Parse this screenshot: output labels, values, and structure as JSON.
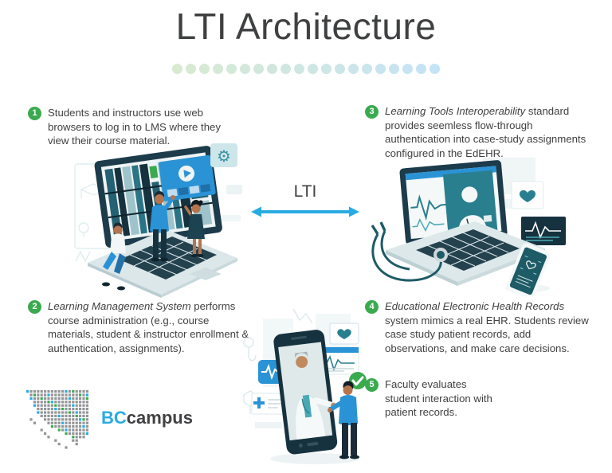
{
  "title": "LTI Architecture",
  "decor": {
    "dot_count": 20,
    "dot_color_start": "#d8ead0",
    "dot_color_end": "#c5e3f6"
  },
  "colors": {
    "badge_green": "#3aaa4f",
    "arrow_blue": "#29abe2",
    "body_text": "#414042",
    "illustration_navy": "#16323f",
    "illustration_teal": "#2a7f8f",
    "illustration_blue": "#2a93d5",
    "laptop_gray": "#dbe7e9",
    "logo_gray": "#939598"
  },
  "steps": [
    {
      "number": "1",
      "italic_lead": "",
      "text": "Students and instructors use web browsers to log in to LMS where they view their course material."
    },
    {
      "number": "2",
      "italic_lead": "Learning Management System",
      "text": " performs course administration (e.g., course materials, student & instructor enrollment & authentication, assignments)."
    },
    {
      "number": "3",
      "italic_lead": "Learning Tools Interoperability",
      "text": " standard provides seemless flow-through authentication into case-study assignments configured in the EdEHR."
    },
    {
      "number": "4",
      "italic_lead": "Educational Electronic Health Records",
      "text": " system mimics a real EHR. Students review case study patient records, add observations, and make care decisions."
    },
    {
      "number": "5",
      "italic_lead": "",
      "text": "Faculty evaluates student interaction with patient records."
    }
  ],
  "connector": {
    "label": "LTI"
  },
  "icons": {
    "gear": "⚙"
  },
  "logo": {
    "bc": "BC",
    "campus": "campus",
    "bc_color": "#29abe2",
    "campus_color": "#414042"
  }
}
